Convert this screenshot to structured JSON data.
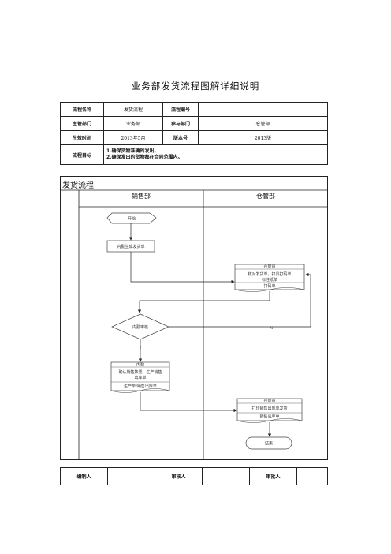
{
  "doc": {
    "title": "业务部发货流程图解详细说明"
  },
  "info": {
    "row1": {
      "l1": "流程名称",
      "v1": "发货流程",
      "l2": "流程编号",
      "v2": ""
    },
    "row2": {
      "l1": "主管部门",
      "v1": "业务部",
      "l2": "参与部门",
      "v2": "仓管部"
    },
    "row3": {
      "l1": "生效时间",
      "v1": "2013年5月",
      "l2": "版本号",
      "v2": "2013版"
    },
    "row4": {
      "l1": "流程目标",
      "goal1": "1.确保货物准确的发出。",
      "goal2": "2.确保发出的货物都在合同范围内。"
    }
  },
  "flow": {
    "title": "发货流程",
    "lane1": "销售部",
    "lane2": "仓管部",
    "start": "开始",
    "step1": "内勤生成发货单",
    "wh1": {
      "role": "仓管员",
      "line1": "核对发货单，打具打码单",
      "line2": "标注纸单",
      "foot": "打码单"
    },
    "decision": "内勤审核",
    "yes": "Y",
    "no": "N",
    "step2": {
      "role": "内勤",
      "line1": "确认销售数量、生产销售",
      "line2": "出库单",
      "foot": "生产单/销售出库单"
    },
    "wh2": {
      "role": "仓管员",
      "line1": "打印销售出库单发货",
      "foot": "销售出库单"
    },
    "end": "结束"
  },
  "sign": {
    "c1": "编制人",
    "c2": "审核人",
    "c3": "审批人"
  }
}
